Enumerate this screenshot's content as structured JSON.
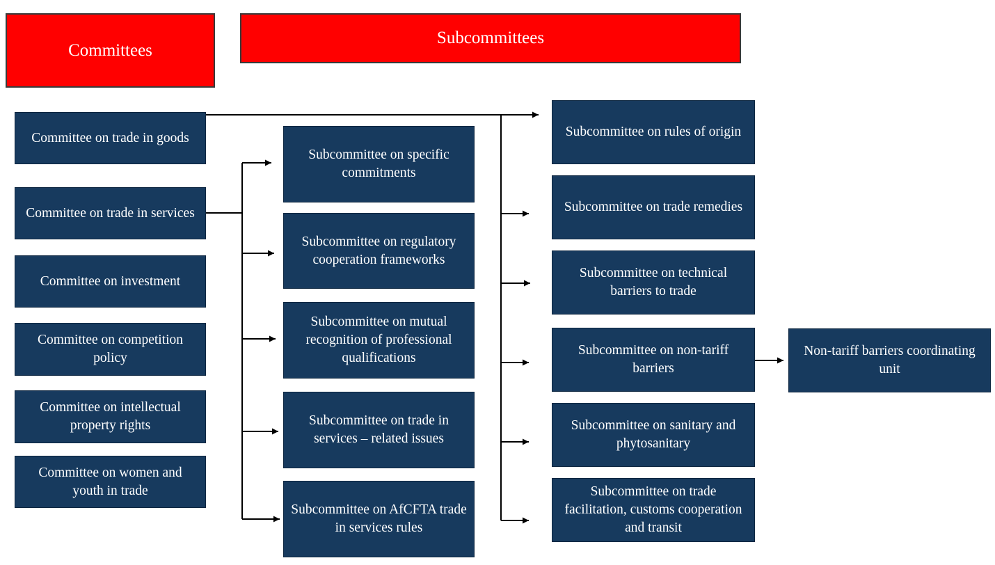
{
  "headers": {
    "committees": "Committees",
    "subcommittees": "Subcommittees"
  },
  "committees": [
    {
      "id": "goods",
      "label": "Committee on trade in goods"
    },
    {
      "id": "services",
      "label": "Committee on trade in services"
    },
    {
      "id": "investment",
      "label": "Committee on investment"
    },
    {
      "id": "competition",
      "label": "Committee on competition policy"
    },
    {
      "id": "ip",
      "label": "Committee on intellectual property rights"
    },
    {
      "id": "women-youth",
      "label": "Committee on women and youth in trade"
    }
  ],
  "services_subcommittees": [
    {
      "id": "specific-commitments",
      "label": "Subcommittee on specific commitments"
    },
    {
      "id": "regulatory-cooperation",
      "label": "Subcommittee on regulatory cooperation frameworks"
    },
    {
      "id": "mutual-recognition",
      "label": "Subcommittee on mutual recognition of professional qualifications"
    },
    {
      "id": "services-related",
      "label": "Subcommittee on trade in services – related issues"
    },
    {
      "id": "afcfta-services-rules",
      "label": "Subcommittee on AfCFTA trade in services rules"
    }
  ],
  "goods_subcommittees": [
    {
      "id": "rules-of-origin",
      "label": "Subcommittee on rules of origin"
    },
    {
      "id": "trade-remedies",
      "label": "Subcommittee on trade remedies"
    },
    {
      "id": "tbt",
      "label": "Subcommittee on technical barriers to trade"
    },
    {
      "id": "ntb",
      "label": "Subcommittee on non-tariff barriers"
    },
    {
      "id": "sps",
      "label": "Subcommittee on sanitary and phytosanitary"
    },
    {
      "id": "trade-facilitation",
      "label": "Subcommittee on trade facilitation, customs cooperation and transit"
    }
  ],
  "ntb_unit": {
    "label": "Non-tariff barriers coordinating unit"
  },
  "colors": {
    "header_fill": "#ff0000",
    "box_fill": "#173a5e",
    "text": "#ffffff",
    "connector": "#000000"
  }
}
